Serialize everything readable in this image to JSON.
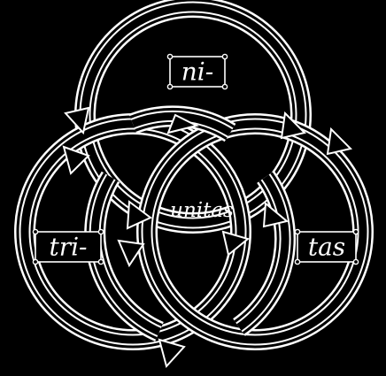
{
  "diagram": {
    "labels": {
      "top": "ni-",
      "left": "tri-",
      "right": "tas",
      "center": "unitas"
    },
    "circles": [
      {
        "name": "top"
      },
      {
        "name": "left"
      },
      {
        "name": "right"
      }
    ],
    "colors": {
      "background": "#000000",
      "line": "#ffffff"
    }
  }
}
